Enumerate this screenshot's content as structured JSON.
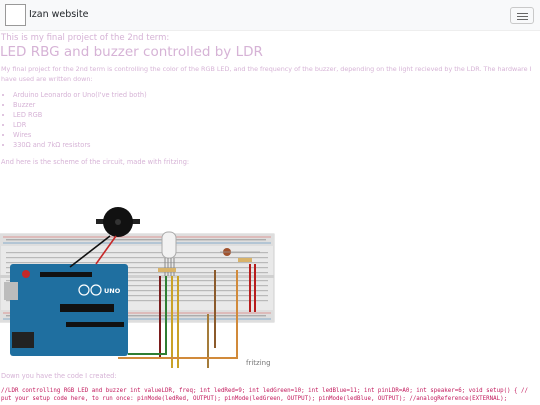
{
  "nav": {
    "brand": "Izan website"
  },
  "main": {
    "intro": "This is my final project of the 2nd term:",
    "title": "LED RBG and buzzer controlled by LDR",
    "description": "My final project for the 2nd term is controlling the color of the RGB LED, and the frequency of the buzzer, depending on the light recieved by the LDR. The hardware I have used are written down:",
    "hardware": [
      "Arduino Leonardo or Uno(I've tried both)",
      "Buzzer",
      "LED RGB",
      "LDR",
      "Wires",
      "330Ω and 7kΩ resistors"
    ],
    "scheme_label": "And here is the scheme of the circuit, made with fritzing:",
    "diagram": {
      "board_label": "UNO",
      "watermark": "fritzing"
    },
    "code_label": "Down you have the code I created:",
    "code_lines": [
      "//LDR controlling RGB LED and buzzer int valueLDR, freq; int ledRed=9; int ledGreen=10; int ledBlue=11; int pinLDR=A0; int speaker=6; void setup() { //",
      "put your setup code here, to run once: pinMode(ledRed, OUTPUT); pinMode(ledGreen, OUTPUT); pinMode(ledBlue, OUTPUT); //analogReference(EXTERNAL);"
    ]
  },
  "colors": {
    "text": "#d6b3d6",
    "code": "#c2185b",
    "navbar": "#f8f9fa"
  }
}
